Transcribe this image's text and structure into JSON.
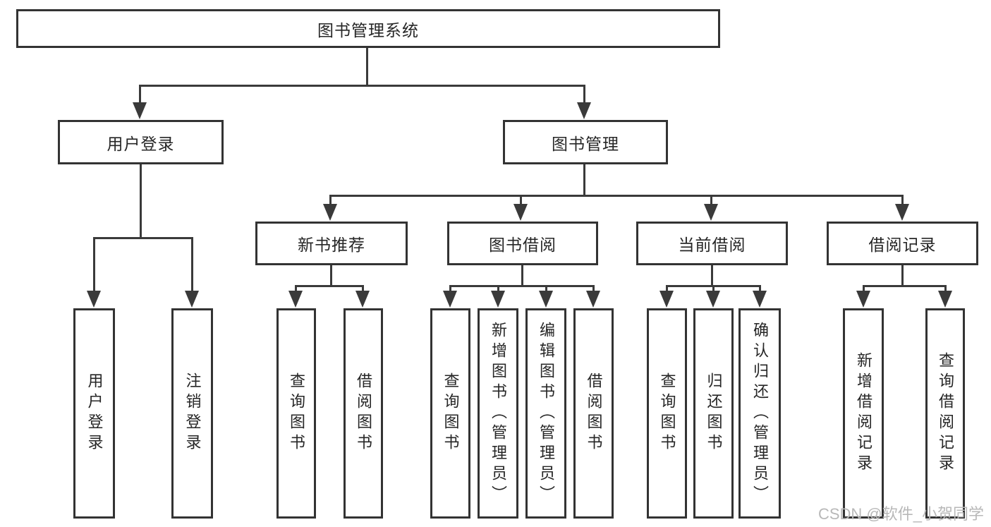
{
  "tree": {
    "root": "图书管理系统",
    "children": [
      {
        "label": "用户登录",
        "children": [
          "用户登录",
          "注销登录"
        ]
      },
      {
        "label": "图书管理",
        "children": [
          {
            "label": "新书推荐",
            "children": [
              "查询图书",
              "借阅图书"
            ]
          },
          {
            "label": "图书借阅",
            "children": [
              "查询图书",
              "新增图书（管理员）",
              "编辑图书（管理员）",
              "借阅图书"
            ]
          },
          {
            "label": "当前借阅",
            "children": [
              "查询图书",
              "归还图书",
              "确认归还（管理员）"
            ]
          },
          {
            "label": "借阅记录",
            "children": [
              "新增借阅记录",
              "查询借阅记录"
            ]
          }
        ]
      }
    ]
  },
  "watermark": {
    "text": "CSDN @软件_小贺同学",
    "color": "#b8b8b8"
  },
  "colors": {
    "line": "#3a3a3a",
    "box_border": "#333333",
    "text": "#262626",
    "background": "#ffffff"
  }
}
